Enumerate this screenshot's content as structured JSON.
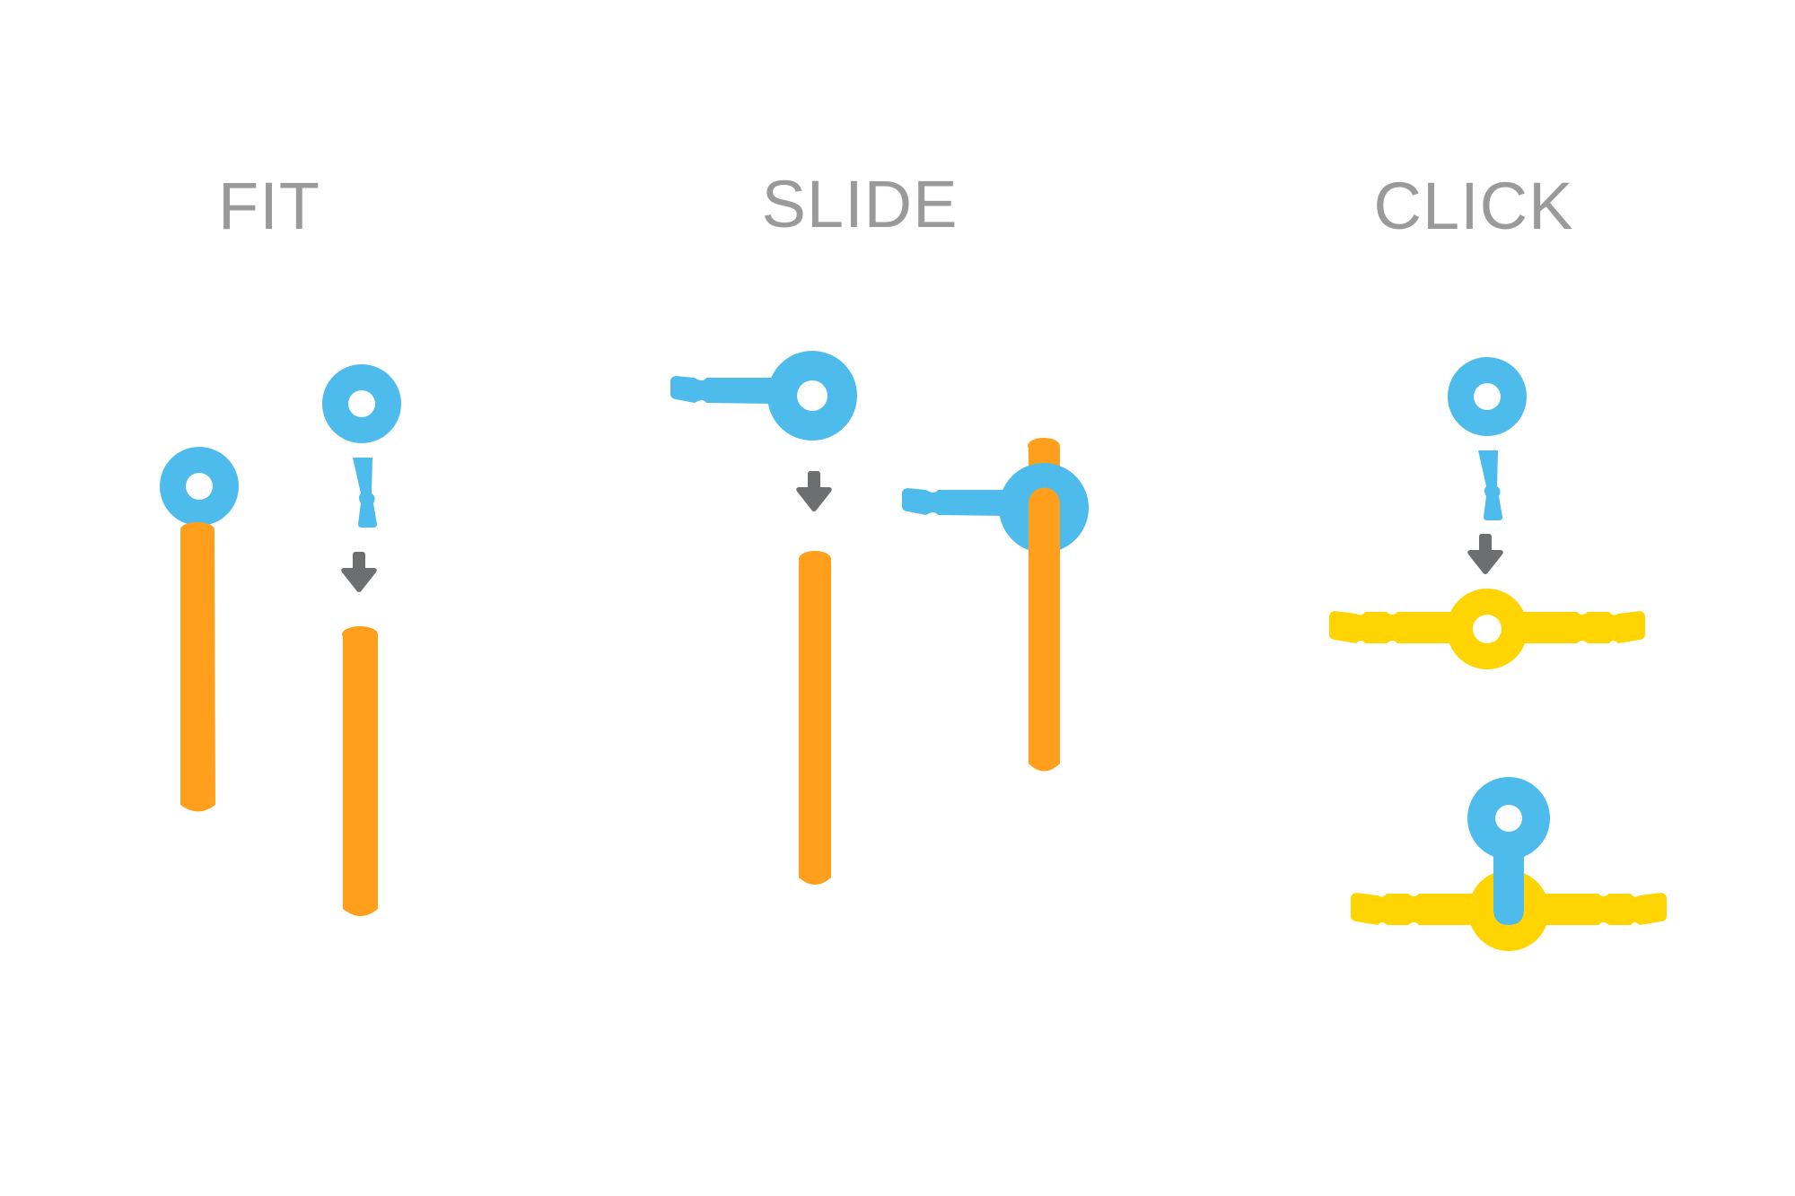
{
  "steps": [
    {
      "id": "fit",
      "title": "FIT"
    },
    {
      "id": "slide",
      "title": "SLIDE"
    },
    {
      "id": "click",
      "title": "CLICK"
    }
  ],
  "colors": {
    "connector": "#4dbbeb",
    "rod": "#ff9f1c",
    "cross_connector": "#ffd400",
    "arrow": "#6d6e70",
    "title": "#9a9a9a",
    "background": "#ffffff"
  },
  "icons": [
    "connector-icon",
    "rod-icon",
    "cross-connector-icon",
    "down-arrow-icon"
  ]
}
